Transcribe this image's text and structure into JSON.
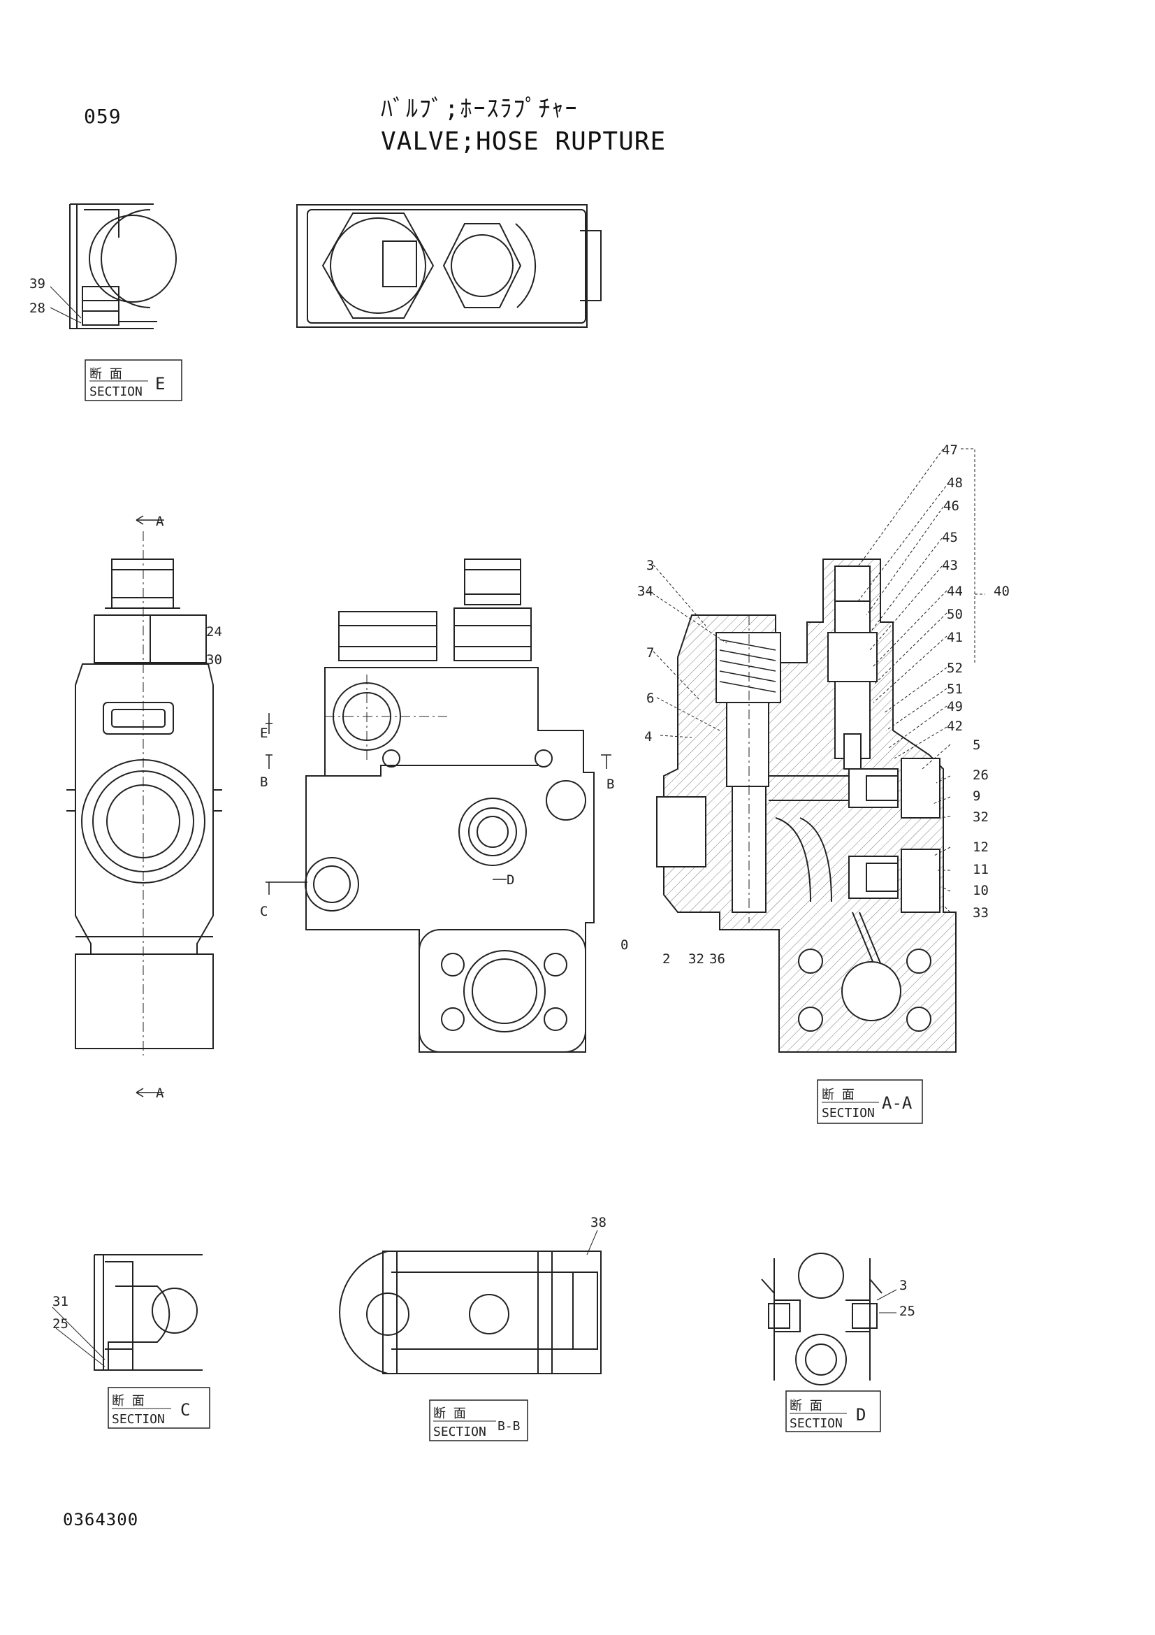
{
  "page_number": "059",
  "title_jp": "ﾊﾞﾙﾌﾞ;ﾎｰｽﾗﾌﾟﾁｬｰ",
  "title_en": "VALVE;HOSE RUPTURE",
  "drawing_number": "0364300",
  "section_word_jp": "断 面",
  "section_word_en": "SECTION",
  "sections": {
    "e": "E",
    "aa": "A-A",
    "c": "C",
    "bb": "B-B",
    "d": "D"
  },
  "view_markers": {
    "a_top": "A",
    "a_bottom": "A",
    "b_left": "B",
    "b_right": "B",
    "c": "C",
    "d": "D",
    "e": "E"
  },
  "callouts": {
    "c39": "39",
    "c28": "28",
    "c24": "24",
    "c30": "30",
    "c47": "47",
    "c48": "48",
    "c46": "46",
    "c45": "45",
    "c43": "43",
    "c44": "44",
    "c40": "40",
    "c50": "50",
    "c41": "41",
    "c52": "52",
    "c51": "51",
    "c49": "49",
    "c42": "42",
    "c3": "3",
    "c34": "34",
    "c7": "7",
    "c6": "6",
    "c4": "4",
    "c5": "5",
    "c26": "26",
    "c9": "9",
    "c32": "32",
    "c12": "12",
    "c11": "11",
    "c10": "10",
    "c33": "33",
    "c0": "0",
    "c2": "2",
    "c32b": "32",
    "c36": "36",
    "c38": "38",
    "c31": "31",
    "c25": "25",
    "c3d": "3",
    "c25d": "25"
  }
}
